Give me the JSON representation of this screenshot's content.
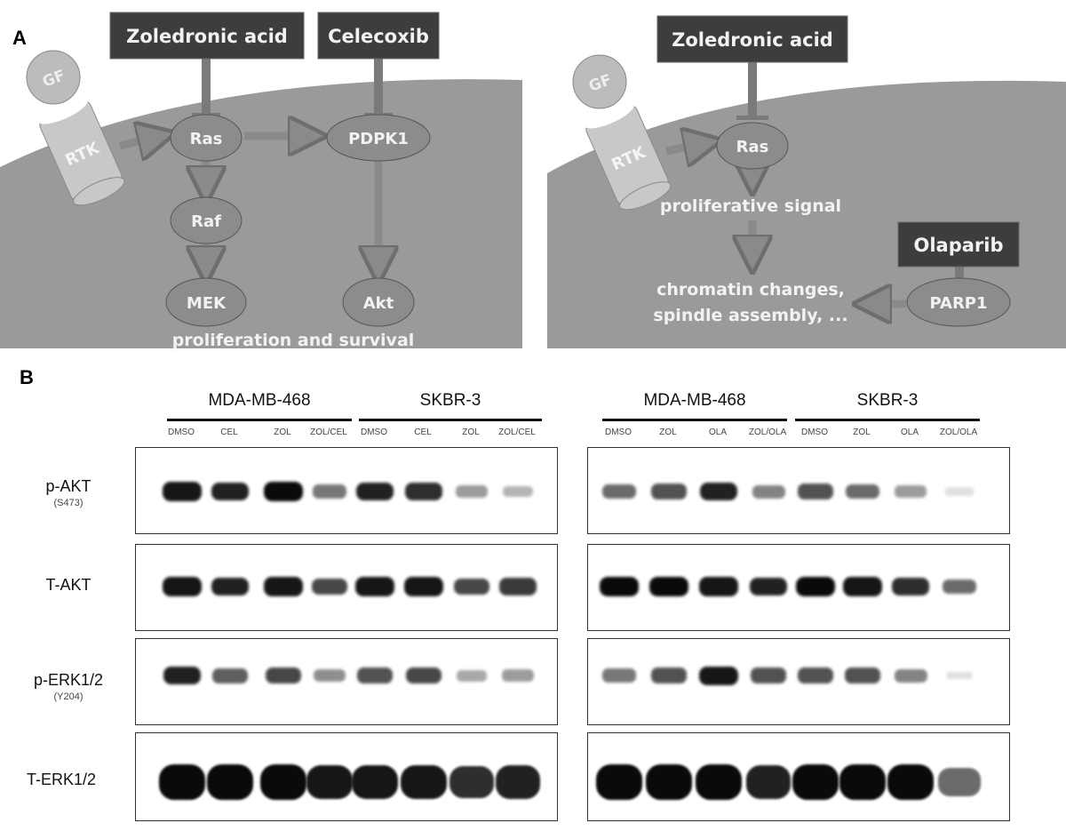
{
  "panels": {
    "a": {
      "letter": "A"
    },
    "b": {
      "letter": "B"
    }
  },
  "diagram_left": {
    "inhibitors": [
      "Zoledronic acid",
      "Celecoxib"
    ],
    "ligand": "GF",
    "receptor": "RTK",
    "nodes": [
      "Ras",
      "PDPK1",
      "Raf",
      "MEK",
      "Akt"
    ],
    "outcome": "proliferation and survival"
  },
  "diagram_right": {
    "inhibitors": [
      "Zoledronic acid",
      "Olaparib"
    ],
    "ligand": "GF",
    "receptor": "RTK",
    "nodes": [
      "Ras",
      "PARP1"
    ],
    "signal": "proliferative signal",
    "outcome_line1": "chromatin changes,",
    "outcome_line2": "spindle assembly, ..."
  },
  "blots_left": {
    "groups": [
      "MDA-MB-468",
      "SKBR-3"
    ],
    "lanes": [
      "DMSO",
      "CEL",
      "ZOL",
      "ZOL/CEL",
      "DMSO",
      "CEL",
      "ZOL",
      "ZOL/CEL"
    ]
  },
  "blots_right": {
    "groups": [
      "MDA-MB-468",
      "SKBR-3"
    ],
    "lanes": [
      "DMSO",
      "ZOL",
      "OLA",
      "ZOL/OLA",
      "DMSO",
      "ZOL",
      "OLA",
      "ZOL/OLA"
    ]
  },
  "row_labels": [
    {
      "main": "p-AKT",
      "sub": "(S473)"
    },
    {
      "main": "T-AKT",
      "sub": ""
    },
    {
      "main": "p-ERK1/2",
      "sub": "(Y204)"
    },
    {
      "main": "T-ERK1/2",
      "sub": ""
    }
  ],
  "band_intensity": {
    "note": "relative band intensity per lane (0-1), estimated visually",
    "left": {
      "p-AKT": [
        0.95,
        0.9,
        1.0,
        0.55,
        0.9,
        0.85,
        0.4,
        0.3
      ],
      "T-AKT": [
        0.95,
        0.9,
        0.95,
        0.75,
        0.95,
        0.95,
        0.75,
        0.8
      ],
      "p-ERK1/2": [
        0.9,
        0.65,
        0.75,
        0.45,
        0.7,
        0.75,
        0.35,
        0.4
      ],
      "T-ERK1/2": [
        1.0,
        1.0,
        1.0,
        0.95,
        0.95,
        0.95,
        0.85,
        0.9
      ]
    },
    "right": {
      "p-AKT": [
        0.6,
        0.7,
        0.9,
        0.5,
        0.7,
        0.6,
        0.4,
        0.1
      ],
      "T-AKT": [
        1.0,
        1.0,
        0.95,
        0.9,
        1.0,
        0.95,
        0.85,
        0.6
      ],
      "p-ERK1/2": [
        0.55,
        0.7,
        0.95,
        0.7,
        0.7,
        0.7,
        0.5,
        0.05
      ],
      "T-ERK1/2": [
        1.0,
        1.0,
        1.0,
        0.9,
        1.0,
        1.0,
        1.0,
        0.6
      ]
    }
  },
  "colors": {
    "cell": "#9a9a9a",
    "node": "#8c8c8c",
    "inhibitor_box": "#3d3d3d",
    "arrow": "#8a8a8a",
    "receptor": "#c8c8c8",
    "band": "#0a0a0a"
  }
}
